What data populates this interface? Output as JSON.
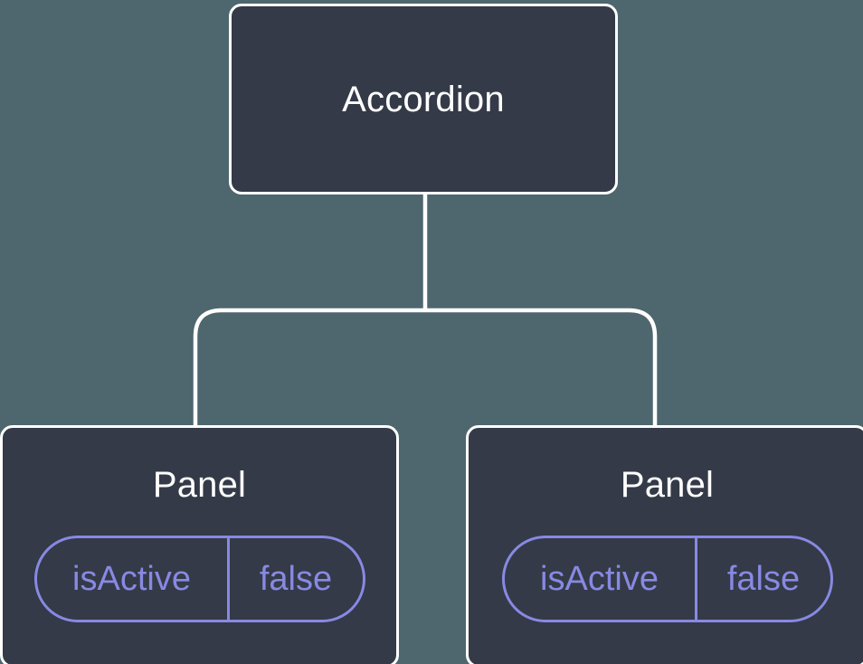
{
  "diagram": {
    "root": {
      "label": "Accordion"
    },
    "panels": [
      {
        "label": "Panel",
        "state": {
          "key": "isActive",
          "value": "false"
        }
      },
      {
        "label": "Panel",
        "state": {
          "key": "isActive",
          "value": "false"
        }
      }
    ]
  },
  "colors": {
    "background": "#4E666E",
    "node_fill": "#343A47",
    "node_border": "#FFFFFF",
    "accent": "#8889E3"
  }
}
